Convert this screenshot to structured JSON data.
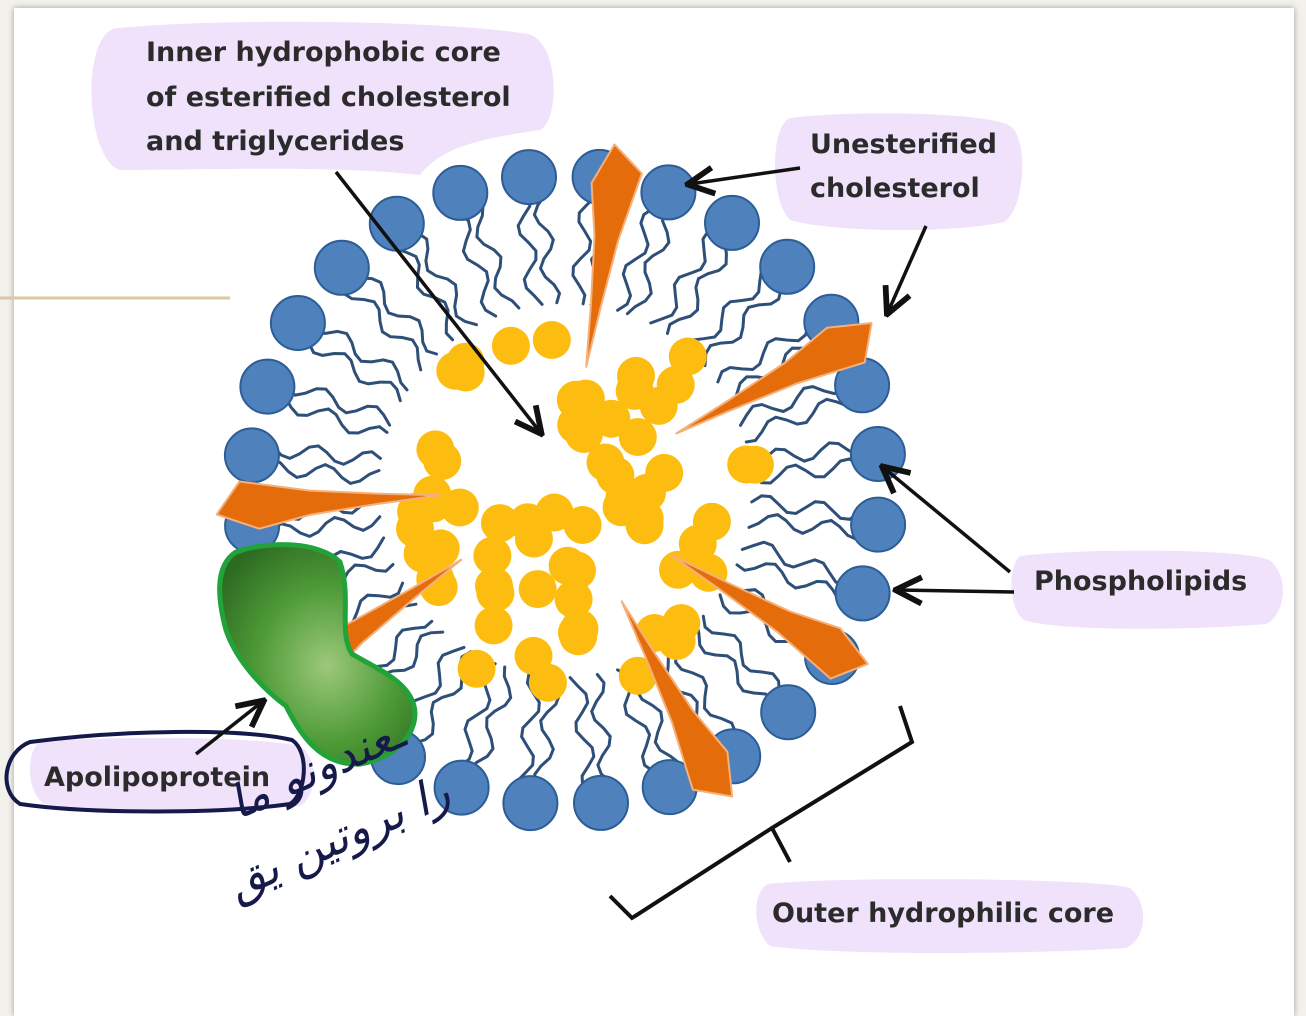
{
  "colors": {
    "head": "#4f81bd",
    "head_stroke": "#2c5d96",
    "tail": "#2e4f78",
    "core": "#fdbd10",
    "cholesterol": "#e46c0a",
    "apolipoprotein": "#4e9a37",
    "label_bg": "#efe2fa",
    "arrow": "#111111",
    "handwriting": "#161a4a"
  },
  "labels": {
    "inner_core": [
      "Inner hydrophobic  core",
      "of esterified cholesterol",
      "and triglycerides"
    ],
    "unesterified": [
      "Unesterified",
      "cholesterol"
    ],
    "phospholipids": "Phospholipids",
    "apolipoprotein": "Apolipoprotein",
    "outer_core": "Outer hydrophilic core"
  },
  "annotation": {
    "line1": "ـعندونو ما",
    "line2": "را بروتين يق"
  }
}
